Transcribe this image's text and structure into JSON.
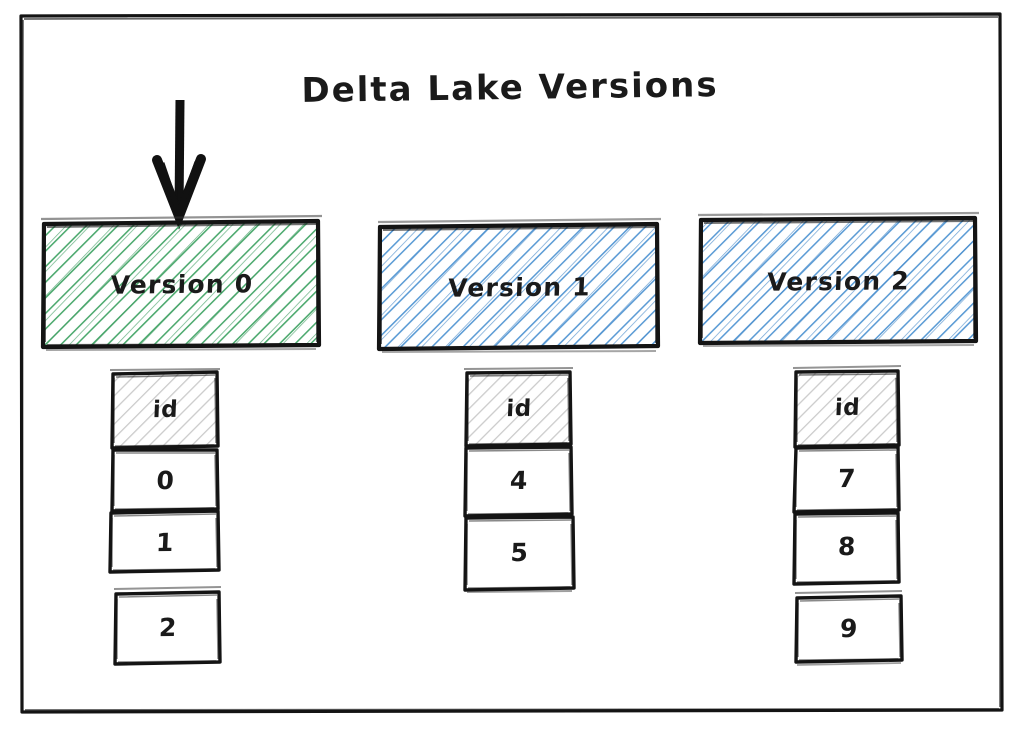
{
  "diagram": {
    "title": "Delta Lake Versions",
    "frame_label": "outer-frame",
    "arrow": {
      "name": "down-arrow",
      "points_to": "Version 0",
      "color": "#111111"
    },
    "colors": {
      "green_hatch": "#4CA96E",
      "blue_hatch": "#5B9BD5",
      "gray_hatch": "#c9c9c9",
      "stroke": "#141414",
      "background": "#ffffff"
    },
    "versions": [
      {
        "label": "Version 0",
        "hatch": "green",
        "highlighted": true,
        "table": {
          "header": "id",
          "rows": [
            "0",
            "1",
            "2"
          ]
        }
      },
      {
        "label": "Version 1",
        "hatch": "blue",
        "highlighted": false,
        "table": {
          "header": "id",
          "rows": [
            "4",
            "5"
          ]
        }
      },
      {
        "label": "Version 2",
        "hatch": "blue",
        "highlighted": false,
        "table": {
          "header": "id",
          "rows": [
            "7",
            "8",
            "9"
          ]
        }
      }
    ]
  }
}
